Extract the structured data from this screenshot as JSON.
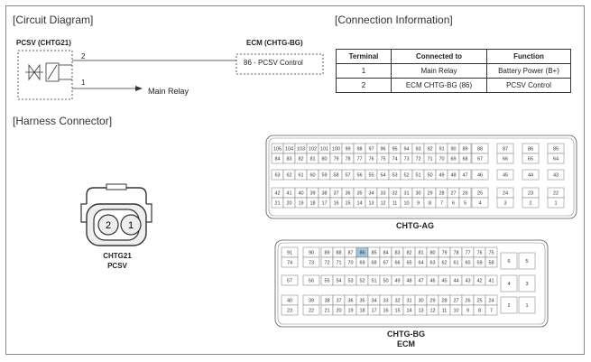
{
  "circuit": {
    "section_title": "[Circuit Diagram]",
    "pcsv_title": "PCSV (CHTG21)",
    "ecm_title": "ECM (CHTG-BG)",
    "wire_2_num": "2",
    "wire_1_num": "1",
    "ecm_pin_label": "86 - PCSV Control",
    "main_relay_label": "Main Relay"
  },
  "connection": {
    "section_title": "[Connection Information]",
    "headers": [
      "Terminal",
      "Connected to",
      "Function"
    ],
    "rows": [
      [
        "1",
        "Main Relay",
        "Battery Power (B+)"
      ],
      [
        "2",
        "ECM CHTG-BG (86)",
        "PCSV Control"
      ]
    ]
  },
  "harness": {
    "section_title": "[Harness Connector]",
    "pcsv_pins": [
      "2",
      "1"
    ],
    "pcsv_caption_1": "CHTG21",
    "pcsv_caption_2": "PCSV",
    "ag_caption": "CHTG-AG",
    "bg_caption_1": "CHTG-BG",
    "bg_caption_2": "ECM",
    "highlight_color": "#9ec6dc"
  },
  "ag": {
    "rows": [
      {
        "main": [
          "105",
          "104",
          "103",
          "102",
          "101",
          "100",
          "99",
          "98",
          "97",
          "96",
          "95",
          "94",
          "93",
          "92",
          "91",
          "90",
          "89"
        ],
        "side": [
          "88",
          "87",
          "86",
          "85"
        ]
      },
      {
        "main": [
          "84",
          "83",
          "82",
          "81",
          "80",
          "79",
          "78",
          "77",
          "76",
          "75",
          "74",
          "73",
          "72",
          "71",
          "70",
          "69",
          "68"
        ],
        "side": [
          "67",
          "66",
          "65",
          "64"
        ]
      },
      {
        "main": [
          "63",
          "62",
          "61",
          "60",
          "59",
          "58",
          "57",
          "56",
          "55",
          "54",
          "53",
          "52",
          "51",
          "50",
          "49",
          "48",
          "47"
        ],
        "side": [
          "46",
          "45",
          "44",
          "43"
        ]
      },
      {
        "main": [
          "42",
          "41",
          "40",
          "39",
          "38",
          "37",
          "36",
          "35",
          "34",
          "33",
          "32",
          "31",
          "30",
          "29",
          "28",
          "27",
          "26"
        ],
        "side": [
          "25",
          "24",
          "23",
          "22"
        ]
      },
      {
        "main": [
          "21",
          "20",
          "19",
          "18",
          "17",
          "16",
          "15",
          "14",
          "13",
          "12",
          "11",
          "10",
          "9",
          "8",
          "7",
          "6",
          "5"
        ],
        "side": [
          "4",
          "3",
          "2",
          "1"
        ]
      }
    ]
  },
  "bg": {
    "rows": [
      {
        "left": [
          "91",
          "90"
        ],
        "main": [
          "89",
          "88",
          "87",
          "86",
          "85",
          "84",
          "83",
          "82",
          "81",
          "80",
          "79",
          "78",
          "77",
          "76",
          "75"
        ],
        "side": []
      },
      {
        "left": [
          "74",
          "73"
        ],
        "main": [
          "72",
          "71",
          "70",
          "69",
          "68",
          "67",
          "66",
          "65",
          "64",
          "63",
          "62",
          "61",
          "60",
          "59",
          "58"
        ],
        "side": [
          "6",
          "5"
        ]
      },
      {
        "left": [
          "57",
          "56"
        ],
        "main": [
          "55",
          "54",
          "53",
          "52",
          "51",
          "50",
          "49",
          "48",
          "47",
          "46",
          "45",
          "44",
          "43",
          "42",
          "41"
        ],
        "side": [
          "4",
          "3"
        ]
      },
      {
        "left": [
          "40",
          "39"
        ],
        "main": [
          "38",
          "37",
          "36",
          "35",
          "34",
          "33",
          "32",
          "31",
          "30",
          "29",
          "28",
          "27",
          "26",
          "25",
          "24"
        ],
        "side": [
          "2",
          "1"
        ]
      },
      {
        "left": [
          "23",
          "22"
        ],
        "main": [
          "21",
          "20",
          "19",
          "18",
          "17",
          "16",
          "15",
          "14",
          "13",
          "12",
          "11",
          "10",
          "9",
          "8",
          "7"
        ],
        "side": []
      }
    ],
    "highlight_pin": "86"
  }
}
